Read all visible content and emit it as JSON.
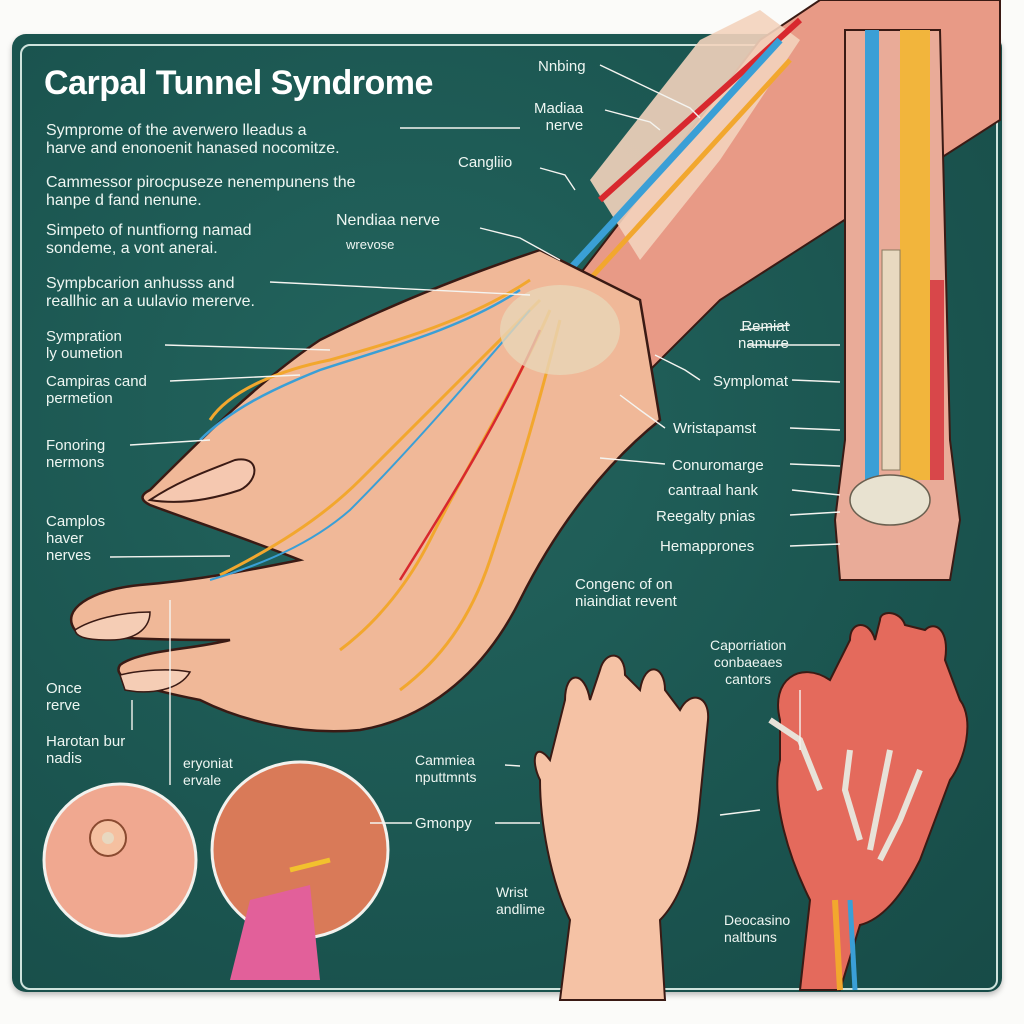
{
  "title": "Carpal Tunnel Syndrome",
  "left_paragraphs": [
    "Symprome of the averwero lleadus a\nharve and enonoenit hanased nocomitze.",
    "Cammessor pirocpuseze nenempunens the\nhanpe d fand nenune.",
    "Simpeto of nuntfiorng namad\nsondeme, a vont anerai.",
    "Sympbcarion anhusss and\nreallhic an a uulavio mererve."
  ],
  "left_labels": [
    "Sympration\nly oumetion",
    "Campiras cand\npermetion",
    "Fonoring\nnermons",
    "Camplos\nhaver\nnerves",
    "Once\nrerve",
    "Harotan bur\nnadis"
  ],
  "top_labels": {
    "nnbing": "Nnbing",
    "madiaa": "Madiaa\nnerve",
    "cangliio": "Cangliio",
    "nendiaa": "Nendiaa nerve",
    "nendiaa_sub": "wrevose"
  },
  "right_labels": [
    "Remiat\nnamure",
    "Symplomat",
    "Wristapamst",
    "Conuromarge",
    "cantraal hank",
    "Reegalty pnias",
    "Hemapprones"
  ],
  "center_label": "Congenc of on\nniaindiat revent",
  "bottom_labels": {
    "eryoniat": "eryoniat\nervale",
    "cammise": "Cammiea\nnputtmnts",
    "gmonpy": "Gmonpy",
    "carporation": "Caporriation\nconbaeaes\ncantors",
    "wrist": "Wrist\nandlime",
    "deocasino": "Deocasino\nnaltbuns"
  },
  "colors": {
    "panel": "#1d5a54",
    "skin": "#f0b898",
    "muscle": "#d9665a",
    "nerve_yellow": "#f2a72e",
    "nerve_blue": "#3a9fd6",
    "artery": "#d8282e"
  }
}
